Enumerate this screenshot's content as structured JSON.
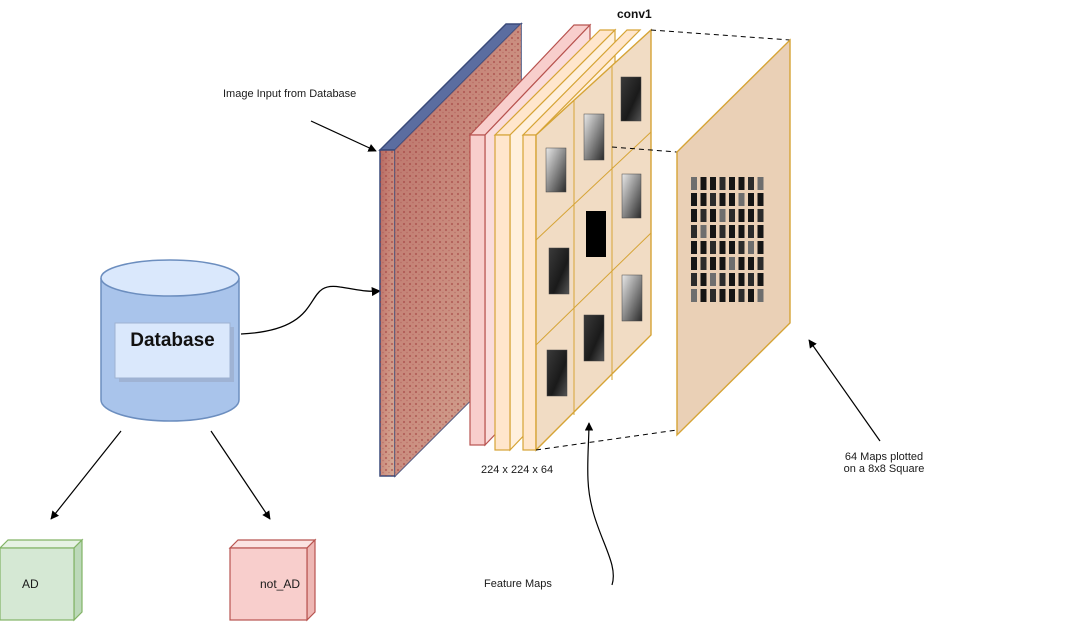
{
  "labels": {
    "image_input": "Image Input from Database",
    "database": "Database",
    "conv": "conv1",
    "dims": "224 x 224 x 64",
    "feature_maps": "Feature Maps",
    "maps_caption_line1": "64 Maps plotted",
    "maps_caption_line2": "on a 8x8 Square",
    "class_ad": "AD",
    "class_not_ad": "not_AD"
  },
  "grid": {
    "rows": 8,
    "cols": 8
  },
  "colors": {
    "db_fill": "#a9c4eb",
    "db_top": "#dae8fc",
    "db_stroke": "#6c8ebf",
    "pink_fill": "#f8cecc",
    "pink_stroke": "#b85450",
    "tan_fill": "#ead0b6",
    "tan_stroke": "#d6a436",
    "green_fill": "#d5e8d4",
    "green_stroke": "#82b366",
    "image_stroke": "#3a4a7a",
    "image_base": "#c97d6e"
  },
  "icons": [
    "database-cylinder-icon",
    "arrow-icon"
  ]
}
